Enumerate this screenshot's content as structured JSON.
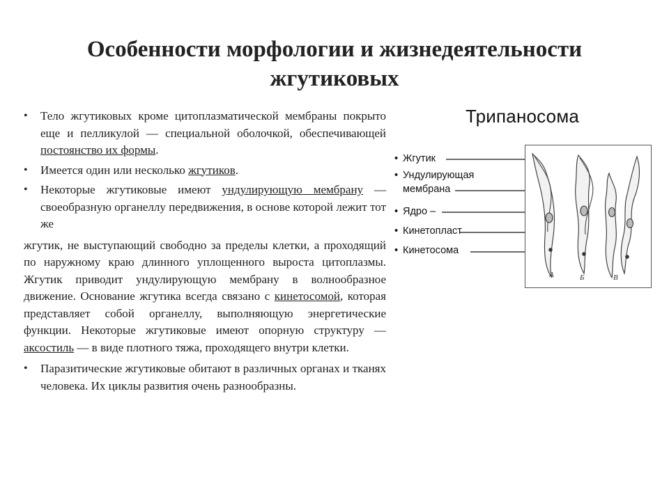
{
  "slide": {
    "title": "Особенности морфологии и жизнедеятельности жгутиковых",
    "bullets": [
      {
        "before": "Тело жгутиковых кроме цитоплазматической мембраны покрыто еще и пелликулой — специальной оболочкой, обеспечивающей ",
        "link": "постоянство их формы",
        "after": "."
      },
      {
        "before": "Имеется один или несколько ",
        "link": "жгутиков",
        "after": "."
      },
      {
        "before": "Некоторые жгутиковые имеют ",
        "link": "ундулирующую мембрану",
        "after": " — своеобразную органеллу передвижения, в основе которой лежит тот же"
      }
    ],
    "paragraph": {
      "part1": "жгутик, не выступающий свободно за пределы клетки, а проходящий по наружному краю длинного уплощенного выроста цитоплазмы. Жгутик приводит ундулирующую мембрану в волнообразное движение. Основание жгутика всегда связано с ",
      "link1": "кинетосомой",
      "part2": ", которая представляет собой органеллу, выполняющую энергетические функции. Некоторые жгутиковые имеют опорную структуру —",
      "link2": "аксостиль",
      "part3": " — в виде плотного тяжа, проходящего внутри клетки."
    },
    "last_bullet": "Паразитические жгутиковые обитают в различных органах и тканях человека. Их циклы развития очень разнообразны."
  },
  "figure": {
    "title": "Трипаносома",
    "labels": [
      "Жгутик",
      "Ундулирующая",
      "мембрана",
      "Ядро –",
      "Кинетопласт",
      "Кинетосома"
    ],
    "cell_letters": [
      "А",
      "Б",
      "В"
    ]
  }
}
